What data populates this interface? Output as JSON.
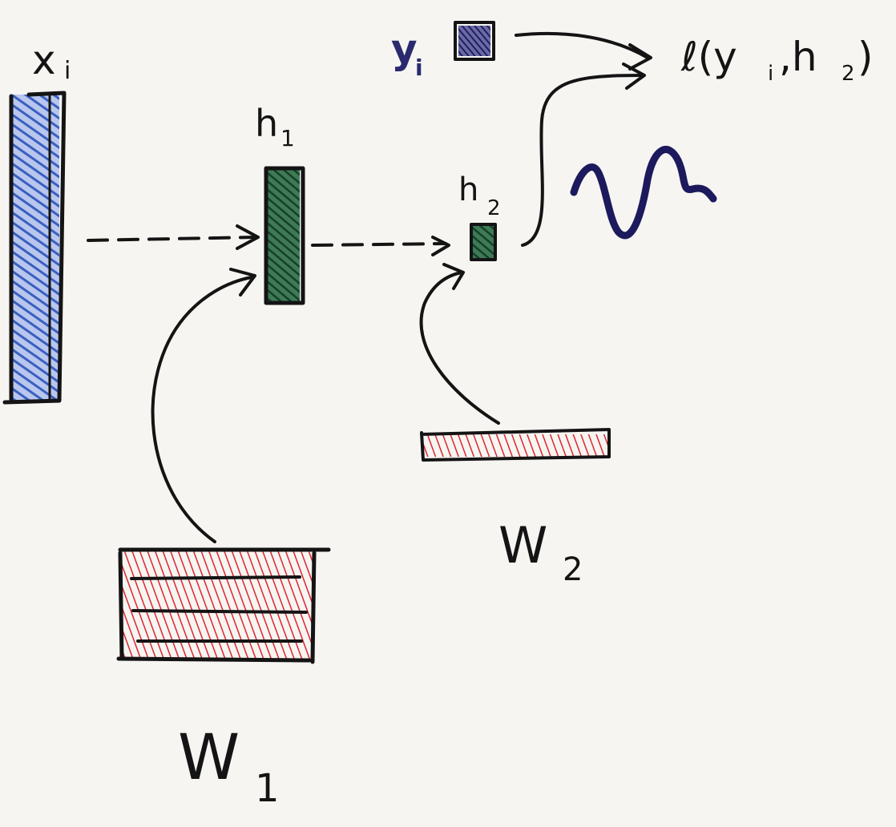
{
  "labels": {
    "x_i": "x",
    "x_i_sub": "i",
    "h_1": "h",
    "h_1_sub": "1",
    "h_2": "h",
    "h_2_sub": "2",
    "y_i": "y",
    "y_i_sub": "i",
    "loss": "ℓ(y",
    "loss_sub_i": "i",
    "loss_mid": ",h",
    "loss_sub_2": "2",
    "loss_end": ")",
    "W_1": "W",
    "W_1_sub": "1",
    "W_2": "W",
    "W_2_sub": "2"
  },
  "colors": {
    "ink": "#141414",
    "input": "#3a5fc0",
    "hidden": "#1f5a3a",
    "weights": "#e02430",
    "label": "#2b2a6e",
    "scribble": "#1c1a5c",
    "paper": "#f6f5f2"
  },
  "icons": {
    "weights_1": "hatched-matrix",
    "weights_2": "hatched-vector",
    "input": "hatched-column-vector",
    "scribble": "squiggle"
  }
}
